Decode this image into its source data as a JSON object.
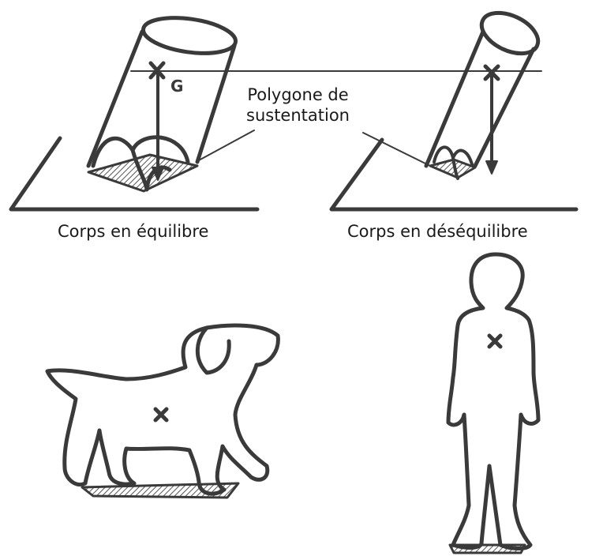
{
  "labels": {
    "polygon_line1": "Polygone de",
    "polygon_line2": "sustentation",
    "balanced": "Corps en équilibre",
    "unbalanced": "Corps en déséquilibre",
    "center_of_gravity": "G"
  },
  "colors": {
    "ink": "#3a3a3a",
    "hatch": "#555555",
    "text": "#1a1a1a"
  }
}
